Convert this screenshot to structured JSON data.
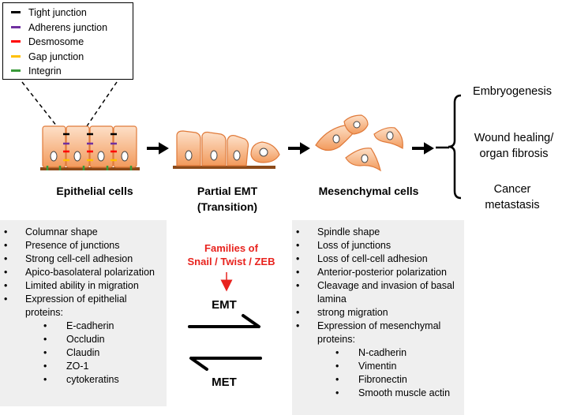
{
  "legend": [
    {
      "label": "Tight junction",
      "color": "#000000"
    },
    {
      "label": "Adherens junction",
      "color": "#7030a0"
    },
    {
      "label": "Desmosome",
      "color": "#ff0000"
    },
    {
      "label": "Gap junction",
      "color": "#ffc000"
    },
    {
      "label": "Integrin",
      "color": "#3a9a3a"
    }
  ],
  "stages": {
    "epithelial": "Epithelial cells",
    "partial_line1": "Partial EMT",
    "partial_line2": "(Transition)",
    "mesenchymal": "Mesenchymal cells"
  },
  "outcomes": {
    "o1": "Embryogenesis",
    "o2_line1": "Wound healing/",
    "o2_line2": "organ fibrosis",
    "o3_line1": "Cancer",
    "o3_line2": "metastasis"
  },
  "epithelial_features": [
    {
      "text": "Columnar shape",
      "level": 1
    },
    {
      "text": "Presence of junctions",
      "level": 1
    },
    {
      "text": "Strong cell-cell adhesion",
      "level": 1
    },
    {
      "text": "Apico-basolateral polarization",
      "level": 1
    },
    {
      "text": "Limited ability in migration",
      "level": 1
    },
    {
      "text": "Expression of epithelial proteins:",
      "level": 1
    },
    {
      "text": "E-cadherin",
      "level": 2
    },
    {
      "text": "Occludin",
      "level": 2
    },
    {
      "text": "Claudin",
      "level": 2
    },
    {
      "text": "ZO-1",
      "level": 2
    },
    {
      "text": "cytokeratins",
      "level": 2
    }
  ],
  "mesenchymal_features": [
    {
      "text": "Spindle shape",
      "level": 1
    },
    {
      "text": "Loss of junctions",
      "level": 1
    },
    {
      "text": "Loss of cell-cell adhesion",
      "level": 1
    },
    {
      "text": "Anterior-posterior polarization",
      "level": 1
    },
    {
      "text": "Cleavage and invasion of basal lamina",
      "level": 1
    },
    {
      "text": "strong migration",
      "level": 1
    },
    {
      "text": "Expression of mesenchymal proteins:",
      "level": 1
    },
    {
      "text": "N-cadherin",
      "level": 2
    },
    {
      "text": "Vimentin",
      "level": 2
    },
    {
      "text": "Fibronectin",
      "level": 2
    },
    {
      "text": "Smooth muscle actin",
      "level": 2
    }
  ],
  "transcription": {
    "line1": "Families of",
    "line2": "Snail / Twist / ZEB"
  },
  "flow": {
    "forward": "EMT",
    "reverse": "MET"
  },
  "colors": {
    "cell_fill": "#f8b98a",
    "cell_stroke": "#e07a3a",
    "basal_lamina": "#8b4a1a",
    "panel_bg": "#efefef",
    "regulator_red": "#e8231e"
  }
}
